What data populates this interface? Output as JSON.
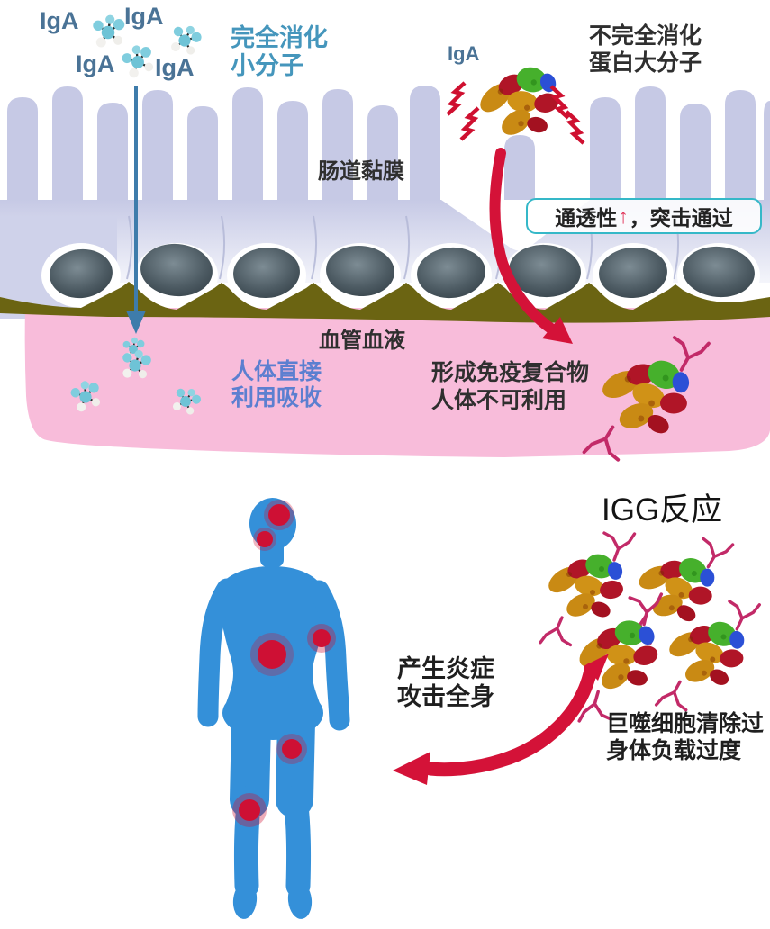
{
  "top_left": {
    "iga_labels": [
      "IgA",
      "IgA",
      "IgA",
      "IgA"
    ],
    "digested_line1": "完全消化",
    "digested_line2": "小分子"
  },
  "top_right": {
    "iga_label": "IgA",
    "undigested_line1": "不完全消化",
    "undigested_line2": "蛋白大分子"
  },
  "mucosa_label": "肠道黏膜",
  "permeability_box": {
    "prefix": "通透性",
    "arrow": "↑",
    "suffix": "，突击通过"
  },
  "blood_label": "血管血液",
  "absorption": {
    "line1": "人体直接",
    "line2": "利用吸收"
  },
  "immune_complex": {
    "line1": "形成免疫复合物",
    "line2": "人体不可利用"
  },
  "igg_section": {
    "title": "IGG反应",
    "inflammation_line1": "产生炎症",
    "inflammation_line2": "攻击全身",
    "macrophage_line1": "巨噬细胞清除过",
    "macrophage_line2": "身体负载过度"
  },
  "colors": {
    "villi_lavender": "#c6c9e5",
    "nucleus_dark": "#3a474e",
    "olive_band": "#6b6412",
    "blood_pink": "#f8bcda",
    "body_blue": "#3490d9",
    "arrow_red": "#d41238",
    "spot_red": "#ce1034",
    "teal_text": "#4596bc",
    "absorb_blue_text": "#5c7fd0",
    "iga_text": "#4a7396",
    "box_border_cyan": "#35b8c8",
    "molecule_teal": "#6ec3d6",
    "antibody_magenta": "#c22a68",
    "protein_orange": "#c98a14",
    "protein_red": "#b01527",
    "protein_green": "#46b02c",
    "protein_blue": "#2b50d6"
  }
}
